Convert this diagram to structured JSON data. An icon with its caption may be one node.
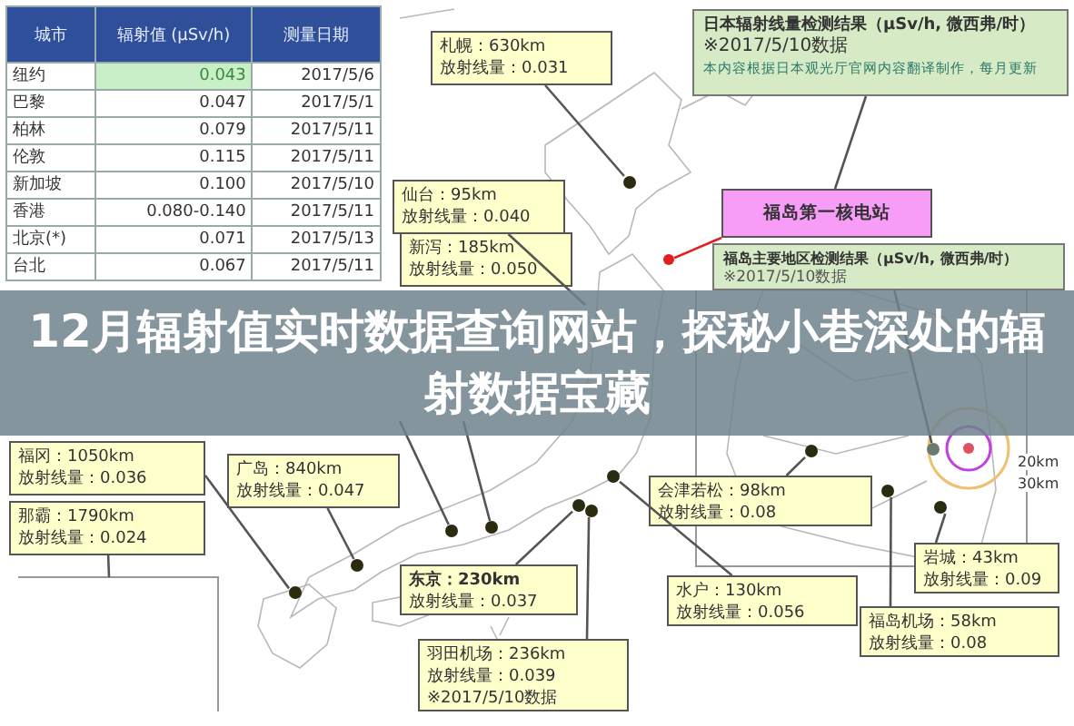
{
  "diagram": {
    "title": "12月辐射值实时数据查询网站，探秘小巷深处的辐射数据宝藏",
    "nodes": [
      {
        "text": [
          "日本辐射线量检测结果（μSv/h, 微西弗/时）",
          "※2017/5/10数据",
          "本内容根据日本观光厅官网内容翻译制作，每月更新"
        ]
      },
      {
        "text": [
          "福岛第一核电站"
        ]
      },
      {
        "text": [
          "福岛主要地区检测结果（μSv/h, 微西弗/时）",
          "※2017/5/10数据"
        ]
      },
      {
        "text": [
          "札幌：630km",
          "放射线量：0.031"
        ]
      },
      {
        "text": [],
        "shape": "circle"
      },
      {
        "text": [
          "仙台：95km",
          "放射线量：0.040"
        ]
      },
      {
        "text": [
          "新泻：185km",
          "放射线量：0.050"
        ]
      },
      {
        "text": [
          "福冈：1050km",
          "放射线量：0.036"
        ]
      },
      {
        "text": [],
        "shape": "circle"
      },
      {
        "text": [
          "那霸：1790km",
          "放射线量：0.024"
        ]
      },
      {
        "text": [
          "广岛：840km",
          "放射线量：0.047"
        ]
      },
      {
        "text": [],
        "shape": "circle"
      },
      {
        "text": [
          "东京：230km",
          "放射线量：0.037"
        ]
      },
      {
        "text": [],
        "shape": "circle"
      },
      {
        "text": [
          "羽田机场：236km",
          "放射线量：0.039",
          "※2017/5/10数据"
        ]
      },
      {
        "text": [],
        "shape": "circle"
      },
      {
        "text": [
          "会津若松：98km",
          "放射线量：0.08"
        ]
      },
      {
        "text": [],
        "shape": "circle"
      },
      {
        "text": [
          "水户：130km",
          "放射线量：0.056"
        ]
      },
      {
        "text": [],
        "shape": "circle"
      },
      {
        "text": [
          "岩城：43km",
          "放射线量：0.09"
        ]
      },
      {
        "text": [],
        "shape": "circle"
      },
      {
        "text": [
          "福岛机场：58km",
          "放射线量：0.08"
        ]
      },
      {
        "text": [],
        "shape": "circle"
      },
      {
        "text": [],
        "shape": "circle"
      },
      {
        "text": [],
        "shape": "circle"
      },
      {
        "text": [],
        "shape": "circle"
      },
      {
        "text": [],
        "shape": "circle"
      }
    ],
    "edges": [
      {
        "from": 0,
        "to": 1,
        "arrow": "none"
      },
      {
        "from": 1,
        "to": 24,
        "arrow": "none",
        "color": "#e02020"
      },
      {
        "from": 2,
        "to": 25,
        "arrow": "none"
      },
      {
        "from": 3,
        "to": 4,
        "arrow": "none"
      },
      {
        "from": 5,
        "to": null,
        "arrow": "none"
      },
      {
        "from": 7,
        "to": 8,
        "arrow": "none"
      },
      {
        "from": 9,
        "to": null,
        "arrow": "none"
      },
      {
        "from": 10,
        "to": 11,
        "arrow": "none"
      },
      {
        "from": 12,
        "to": 13,
        "arrow": "none"
      },
      {
        "from": 14,
        "to": 15,
        "arrow": "none"
      },
      {
        "from": 16,
        "to": 17,
        "arrow": "none"
      },
      {
        "from": 18,
        "to": 19,
        "arrow": "none"
      },
      {
        "from": 20,
        "to": 21,
        "arrow": "none"
      },
      {
        "from": 22,
        "to": 23,
        "arrow": "none"
      },
      {
        "from": null,
        "to": 26,
        "arrow": "none"
      },
      {
        "from": null,
        "to": 27,
        "arrow": "none"
      }
    ],
    "labels": [
      "城市",
      "辐射值 (μSv/h)",
      "测量日期",
      "纽约",
      "0.043",
      "2017/5/6",
      "巴黎",
      "0.047",
      "2017/5/1",
      "柏林",
      "0.079",
      "2017/5/11",
      "伦敦",
      "0.115",
      "2017/5/11",
      "新加坡",
      "0.100",
      "2017/5/10",
      "香港",
      "0.080-0.140",
      "2017/5/11",
      "北京(*)",
      "0.071",
      "2017/5/13",
      "台北",
      "0.067",
      "2017/5/11",
      "20km",
      "30km"
    ]
  }
}
